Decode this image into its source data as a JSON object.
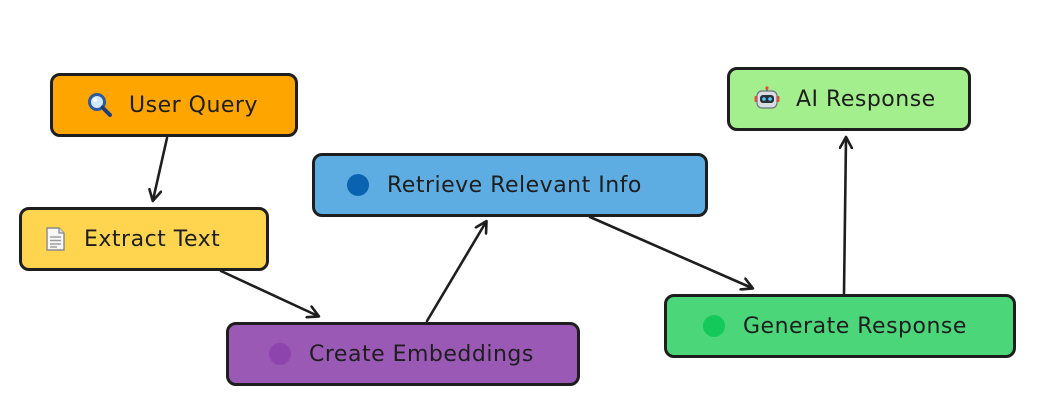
{
  "diagram": {
    "nodes": [
      {
        "id": "user-query",
        "label": "User Query",
        "icon": "magnifier-icon",
        "color": "#ffa500"
      },
      {
        "id": "extract-text",
        "label": "Extract Text",
        "icon": "document-icon",
        "color": "#ffd54f"
      },
      {
        "id": "create-embeddings",
        "label": "Create Embeddings",
        "icon": "purple-dot-icon",
        "color": "#9b59b6",
        "icon_color": "#8e44ad"
      },
      {
        "id": "retrieve-info",
        "label": "Retrieve Relevant Info",
        "icon": "blue-dot-icon",
        "color": "#5dade2",
        "icon_color": "#0a63b0"
      },
      {
        "id": "generate-response",
        "label": "Generate Response",
        "icon": "green-dot-icon",
        "color": "#4cd67a",
        "icon_color": "#14c85a"
      },
      {
        "id": "ai-response",
        "label": "AI Response",
        "icon": "robot-icon",
        "color": "#a3ef8d"
      }
    ],
    "edges": [
      {
        "from": "user-query",
        "to": "extract-text"
      },
      {
        "from": "extract-text",
        "to": "create-embeddings"
      },
      {
        "from": "create-embeddings",
        "to": "retrieve-info"
      },
      {
        "from": "retrieve-info",
        "to": "generate-response"
      },
      {
        "from": "generate-response",
        "to": "ai-response"
      }
    ],
    "stroke_color": "#1e1e1e"
  }
}
